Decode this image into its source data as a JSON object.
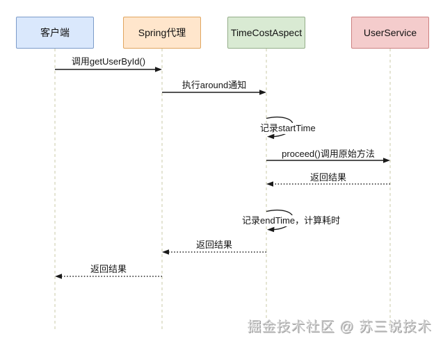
{
  "diagram": {
    "type": "sequence-diagram",
    "background_color": "#ffffff",
    "lifeline_color": "#d8d8c0",
    "line_color": "#1a1a1a",
    "actors": [
      {
        "label": "客户端",
        "fill": "#dae8fc",
        "stroke": "#7b9bc9"
      },
      {
        "label": "Spring代理",
        "fill": "#ffe6cc",
        "stroke": "#e0a55f"
      },
      {
        "label": "TimeCostAspect",
        "fill": "#d9ead3",
        "stroke": "#93ad88"
      },
      {
        "label": "UserService",
        "fill": "#f4cccc",
        "stroke": "#cc8080"
      }
    ],
    "messages": [
      {
        "label": "调用getUserById()",
        "from": "客户端",
        "to": "Spring代理",
        "style": "solid-call"
      },
      {
        "label": "执行around通知",
        "from": "Spring代理",
        "to": "TimeCostAspect",
        "style": "solid-call"
      },
      {
        "label": "记录startTime",
        "from": "TimeCostAspect",
        "to": "TimeCostAspect",
        "style": "self-message"
      },
      {
        "label": "proceed()调用原始方法",
        "from": "TimeCostAspect",
        "to": "UserService",
        "style": "solid-call"
      },
      {
        "label": "返回结果",
        "from": "UserService",
        "to": "TimeCostAspect",
        "style": "dotted-return"
      },
      {
        "label": "记录endTime，计算耗时",
        "from": "TimeCostAspect",
        "to": "TimeCostAspect",
        "style": "self-message"
      },
      {
        "label": "返回结果",
        "from": "TimeCostAspect",
        "to": "Spring代理",
        "style": "dotted-return"
      },
      {
        "label": "返回结果",
        "from": "Spring代理",
        "to": "客户端",
        "style": "dotted-return"
      }
    ],
    "watermark": "掘金技术社区 @ 苏三说技术"
  }
}
